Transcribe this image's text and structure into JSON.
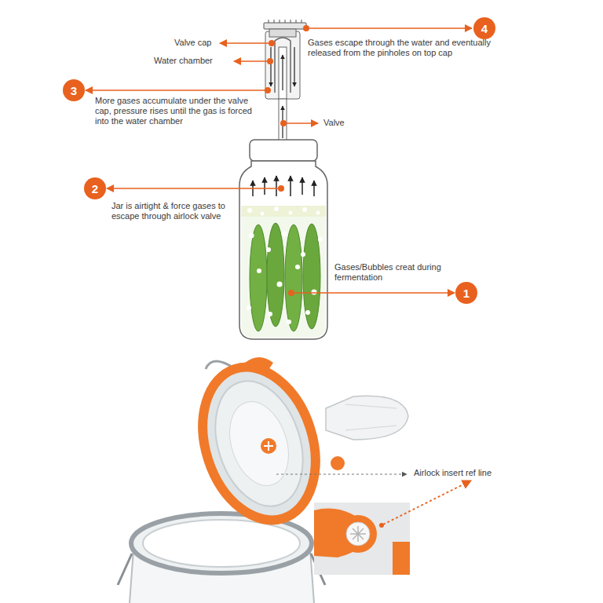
{
  "diagram": {
    "nodes": [
      {
        "text": [
          "4"
        ]
      },
      {
        "text": [
          "3"
        ]
      },
      {
        "text": [
          "2"
        ]
      },
      {
        "text": [
          "1"
        ]
      }
    ],
    "labels": [
      "Valve cap",
      "Gases escape through the water and eventually released from the pinholes on top cap",
      "Water chamber",
      "More gases accumulate under the valve cap, pressure rises until the gas is forced into the water chamber",
      "Valve",
      "Jar is airtight & force gases to escape through airlock valve",
      "Gases/Bubbles creat during fermentation",
      "Airlock insert ref line"
    ]
  }
}
